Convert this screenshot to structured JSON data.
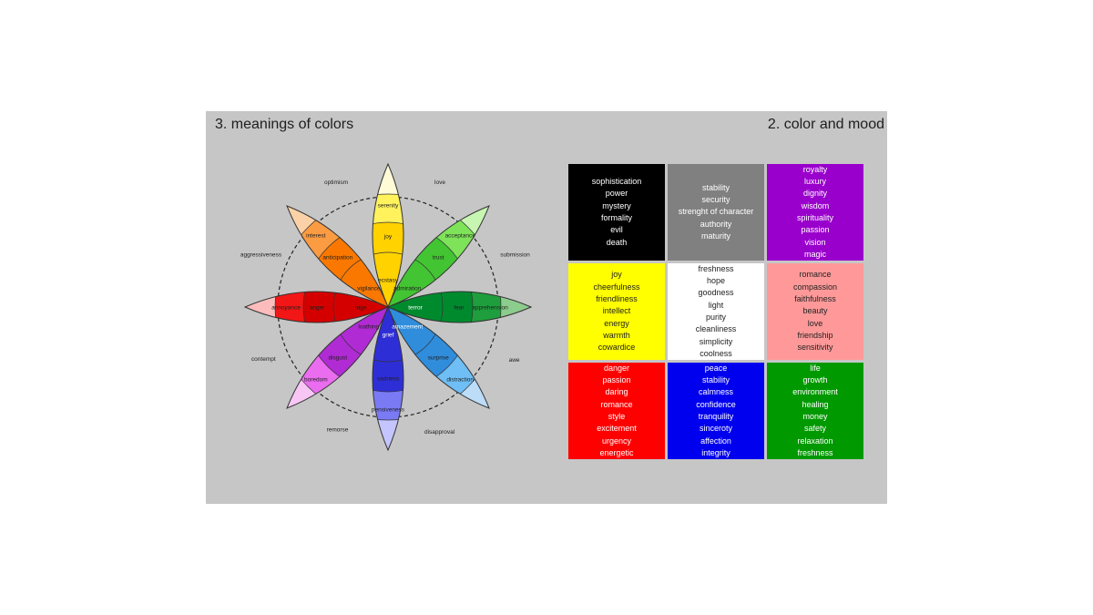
{
  "titles": {
    "left": "3. meanings of colors",
    "right": "2. color and mood"
  },
  "wheel": {
    "petals": [
      {
        "dir": "N",
        "outer": "serenity",
        "mid": "joy",
        "inner": "ecstasy",
        "colors": [
          "#fffbd6",
          "#fff25c",
          "#ffd200"
        ]
      },
      {
        "dir": "NE",
        "outer": "acceptance",
        "mid": "trust",
        "inner": "admiration",
        "colors": [
          "#c7f5b2",
          "#7fe35a",
          "#43c433"
        ]
      },
      {
        "dir": "E",
        "outer": "apprehension",
        "mid": "fear",
        "inner": "terror",
        "colors": [
          "#8ccc8c",
          "#1e9e3c",
          "#008a2e"
        ]
      },
      {
        "dir": "SE",
        "outer": "distraction",
        "mid": "surprise",
        "inner": "amazement",
        "colors": [
          "#bcdcf8",
          "#6fbef5",
          "#2f8ddc"
        ]
      },
      {
        "dir": "S",
        "outer": "pensiveness",
        "mid": "sadness",
        "inner": "grief",
        "colors": [
          "#c4c4ff",
          "#7a7af5",
          "#2e2ed6"
        ]
      },
      {
        "dir": "SW",
        "outer": "boredom",
        "mid": "disgust",
        "inner": "loathing",
        "colors": [
          "#f7c6f5",
          "#ea6cef",
          "#b02bd4"
        ]
      },
      {
        "dir": "W",
        "outer": "annoyance",
        "mid": "anger",
        "inner": "rage",
        "colors": [
          "#fcbcbc",
          "#f21616",
          "#d40000"
        ]
      },
      {
        "dir": "NW",
        "outer": "interest",
        "mid": "anticipation",
        "inner": "vigilance",
        "colors": [
          "#fbd2a8",
          "#fb9b42",
          "#fa7800"
        ]
      }
    ],
    "dyads": [
      {
        "dir": "NNE",
        "label": "love"
      },
      {
        "dir": "ENE",
        "label": "submission"
      },
      {
        "dir": "ESE",
        "label": "awe"
      },
      {
        "dir": "SSE",
        "label": "disapproval"
      },
      {
        "dir": "SSW",
        "label": "remorse"
      },
      {
        "dir": "WSW",
        "label": "contempt"
      },
      {
        "dir": "WNW",
        "label": "aggressiveness"
      },
      {
        "dir": "NNW",
        "label": "optimism"
      }
    ]
  },
  "mood_grid": [
    {
      "color": "black",
      "bg": "#000000",
      "fg": "#ffffff",
      "words": [
        "sophistication",
        "power",
        "mystery",
        "formality",
        "evil",
        "death"
      ]
    },
    {
      "color": "gray",
      "bg": "#808080",
      "fg": "#ffffff",
      "words": [
        "stability",
        "security",
        "strenght of character",
        "authority",
        "maturity"
      ]
    },
    {
      "color": "purple",
      "bg": "#9900cc",
      "fg": "#ffffff",
      "words": [
        "royalty",
        "luxury",
        "dignity",
        "wisdom",
        "spirituality",
        "passion",
        "vision",
        "magic"
      ]
    },
    {
      "color": "yellow",
      "bg": "#ffff00",
      "fg": "#222222",
      "words": [
        "joy",
        "cheerfulness",
        "friendliness",
        "intellect",
        "energy",
        "warmth",
        "cowardice"
      ]
    },
    {
      "color": "white",
      "bg": "#ffffff",
      "fg": "#222222",
      "words": [
        "freshness",
        "hope",
        "goodness",
        "light",
        "purity",
        "cleanliness",
        "simplicity",
        "coolness"
      ]
    },
    {
      "color": "pink",
      "bg": "#ff9999",
      "fg": "#222222",
      "words": [
        "romance",
        "compassion",
        "faithfulness",
        "beauty",
        "love",
        "friendship",
        "sensitivity"
      ]
    },
    {
      "color": "red",
      "bg": "#ff0000",
      "fg": "#ffffff",
      "words": [
        "danger",
        "passion",
        "daring",
        "romance",
        "style",
        "excitement",
        "urgency",
        "energetic"
      ]
    },
    {
      "color": "blue",
      "bg": "#0000ee",
      "fg": "#ffffff",
      "words": [
        "peace",
        "stability",
        "calmness",
        "confidence",
        "tranquility",
        "sinceroty",
        "affection",
        "integrity"
      ]
    },
    {
      "color": "green",
      "bg": "#009900",
      "fg": "#ffffff",
      "words": [
        "life",
        "growth",
        "environment",
        "healing",
        "money",
        "safety",
        "relaxation",
        "freshness"
      ]
    }
  ]
}
